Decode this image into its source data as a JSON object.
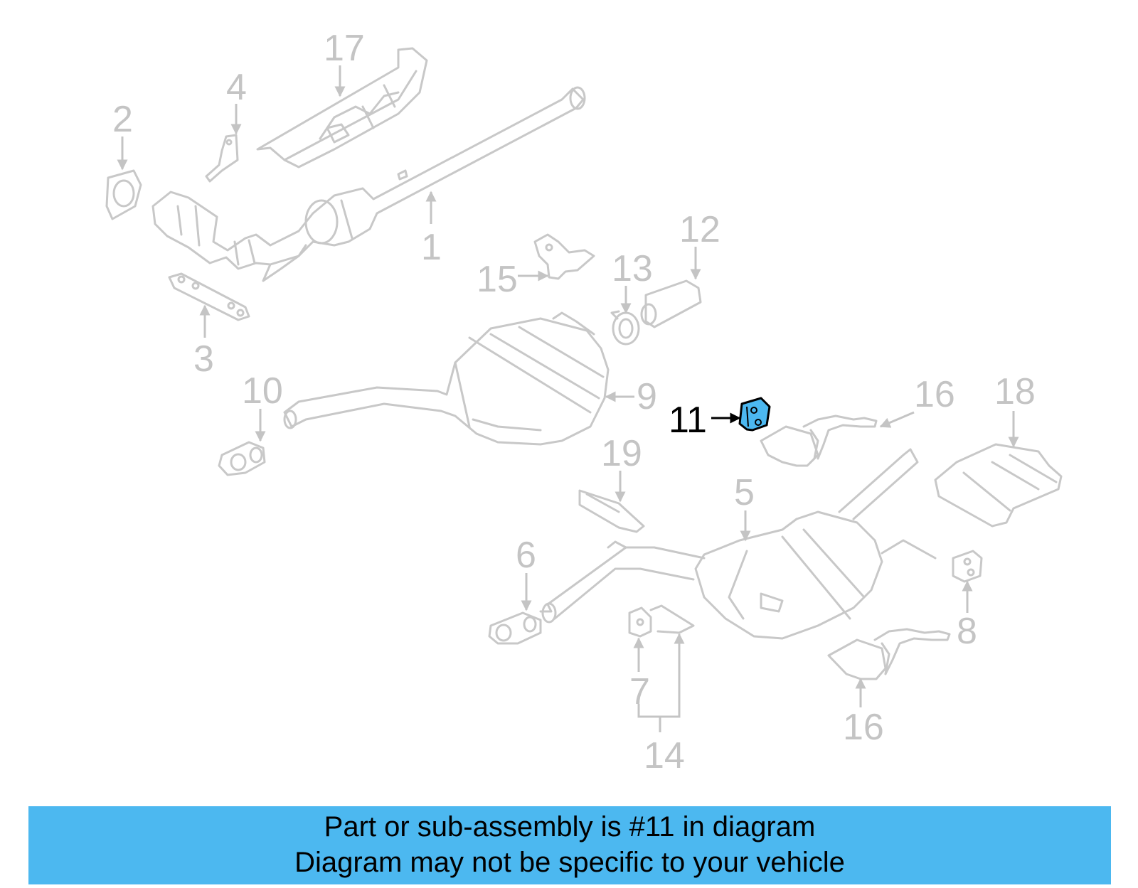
{
  "diagram": {
    "highlight_color": "#4cb8f0",
    "part_color": "#c8c8c8",
    "active_part": "11",
    "callouts": {
      "c1": "1",
      "c2": "2",
      "c3": "3",
      "c4": "4",
      "c5": "5",
      "c6": "6",
      "c7": "7",
      "c8": "8",
      "c9": "9",
      "c10": "10",
      "c11": "11",
      "c12": "12",
      "c13": "13",
      "c14": "14",
      "c15": "15",
      "c16a": "16",
      "c16b": "16",
      "c17": "17",
      "c18": "18",
      "c19": "19"
    }
  },
  "banner": {
    "line1": "Part or sub-assembly is #11 in diagram",
    "line2": "Diagram may not be specific to your vehicle",
    "background": "#4cb8f0"
  }
}
